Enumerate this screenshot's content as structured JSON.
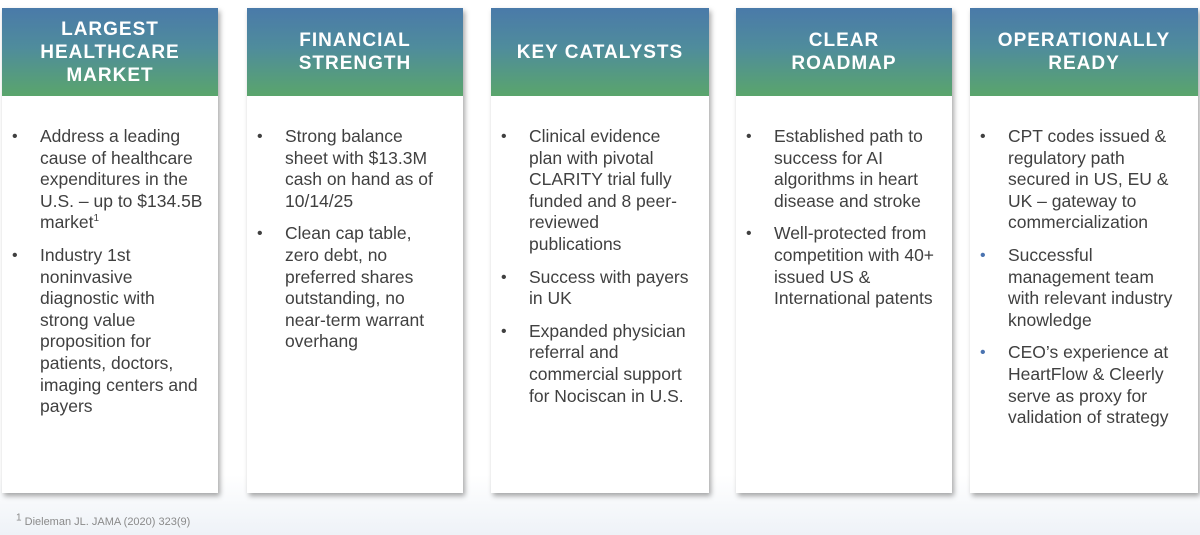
{
  "cards": [
    {
      "title": "LARGEST HEALTHCARE MARKET",
      "bullets": [
        {
          "text": "Address a leading cause of healthcare expenditures in the U.S. – up to $134.5B market",
          "sup": "1"
        },
        {
          "text": "Industry 1st noninvasive diagnostic with strong value proposition for patients, doctors, imaging centers and payers",
          "sup": ""
        }
      ]
    },
    {
      "title": "FINANCIAL STRENGTH",
      "bullets": [
        {
          "text": "Strong balance sheet with $13.3M cash on hand as of 10/14/25",
          "sup": ""
        },
        {
          "text": "Clean cap table, zero debt, no preferred shares outstanding, no near-term warrant overhang",
          "sup": ""
        }
      ]
    },
    {
      "title": "KEY CATALYSTS",
      "bullets": [
        {
          "text": "Clinical evidence plan with pivotal CLARITY trial fully funded and 8 peer-reviewed publications",
          "sup": ""
        },
        {
          "text": "Success with payers in UK",
          "sup": ""
        },
        {
          "text": "Expanded physician referral and commercial support for Nociscan in U.S.",
          "sup": ""
        }
      ]
    },
    {
      "title": "CLEAR ROADMAP",
      "bullets": [
        {
          "text": "Established path to success for AI algorithms in heart disease and stroke",
          "sup": ""
        },
        {
          "text": "Well-protected from competition with 40+ issued US & International patents",
          "sup": ""
        }
      ]
    },
    {
      "title": "OPERATIONALLY READY",
      "bullets": [
        {
          "text": "CPT codes issued & regulatory path secured in US, EU & UK – gateway to commercialization",
          "sup": ""
        },
        {
          "text": "Successful management team with relevant industry knowledge",
          "sup": ""
        },
        {
          "text": "CEO’s experience at HeartFlow & Cleerly serve as proxy for validation of strategy",
          "sup": ""
        }
      ]
    }
  ],
  "footnote": {
    "mark": "1",
    "text": " Dieleman JL. JAMA (2020) 323(9)"
  },
  "colors": {
    "header_top": "#4a7aa9",
    "header_bottom": "#5aa56c",
    "body_text": "#404040",
    "bullet_accent": "#4a73b0"
  }
}
